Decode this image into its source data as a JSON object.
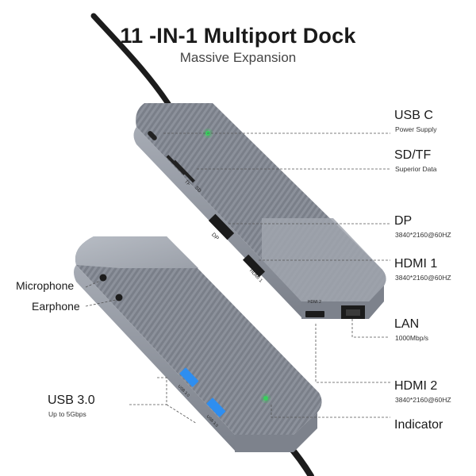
{
  "header": {
    "title": "11 -IN-1 Multiport Dock",
    "subtitle": "Massive Expansion"
  },
  "callouts_right": [
    {
      "name": "USB C",
      "detail": "Power Supply"
    },
    {
      "name": "SD/TF",
      "detail": "Superior Data"
    },
    {
      "name": "DP",
      "detail": "3840*2160@60HZ"
    },
    {
      "name": "HDMI 1",
      "detail": "3840*2160@60HZ"
    },
    {
      "name": "LAN",
      "detail": "1000Mbp/s"
    },
    {
      "name": "HDMI 2",
      "detail": "3840*2160@60HZ"
    },
    {
      "name": "Indicator",
      "detail": ""
    }
  ],
  "callouts_left": [
    {
      "name": "Microphone"
    },
    {
      "name": "Earphone"
    },
    {
      "name": "USB 3.0",
      "detail": "Up to 5Gbps"
    }
  ],
  "port_markings": {
    "dp": "DP",
    "hdmi1": "HDMI 1",
    "hdmi2": "HDMI 2",
    "tf": "TF",
    "sd": "SD",
    "usb_a_1": "USB 3.0",
    "usb_a_2": "USB 3.0"
  },
  "colors": {
    "body": "#8e939d",
    "body_dark": "#6c7079",
    "usb_blue": "#2e8ef0",
    "indicator": "#39d15c"
  }
}
